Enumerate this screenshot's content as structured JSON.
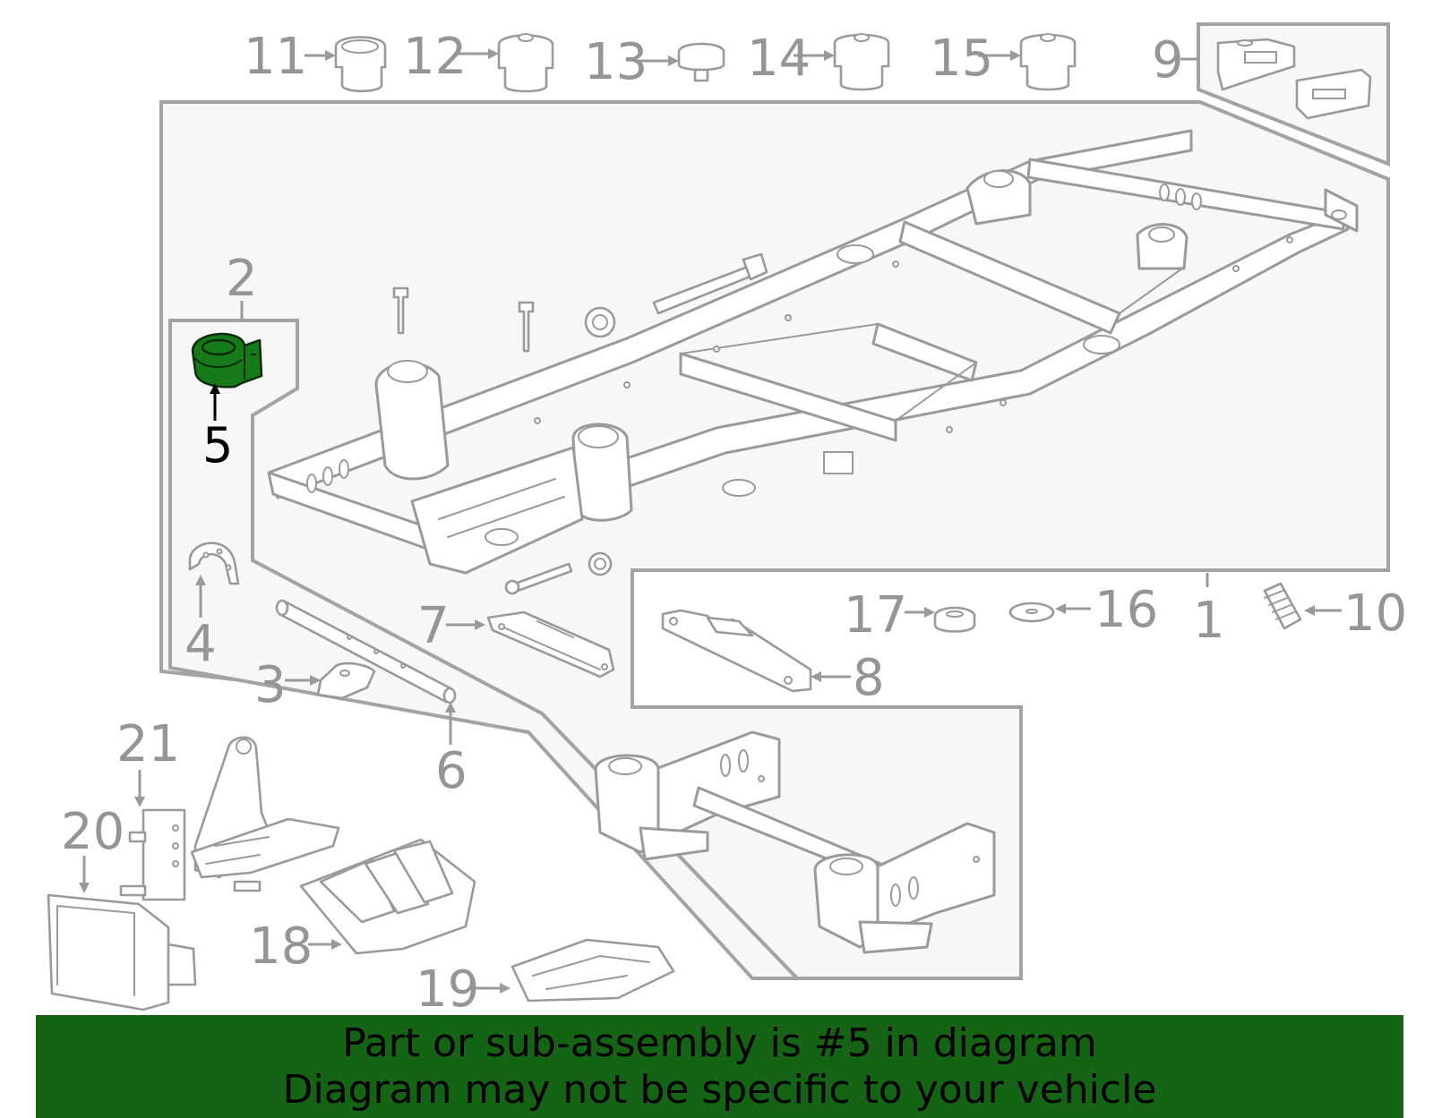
{
  "callouts": {
    "c1": "1",
    "c2": "2",
    "c3": "3",
    "c4": "4",
    "c5": "5",
    "c6": "6",
    "c7": "7",
    "c8": "8",
    "c9": "9",
    "c10": "10",
    "c11": "11",
    "c12": "12",
    "c13": "13",
    "c14": "14",
    "c15": "15",
    "c16": "16",
    "c17": "17",
    "c18": "18",
    "c19": "19",
    "c20": "20",
    "c21": "21"
  },
  "highlighted_part": "5",
  "colors": {
    "highlight": "#157a17",
    "notice_bg": "#156315",
    "line_art": "#9a9a9a",
    "group_fill": "#f7f7f7"
  },
  "notice": {
    "line1": "Part or sub-assembly is #5 in diagram",
    "line2": "Diagram may not be specific to your vehicle"
  }
}
